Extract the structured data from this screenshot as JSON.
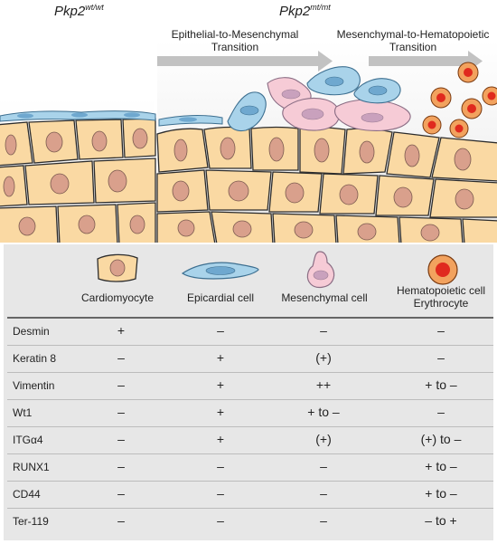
{
  "genotypes": {
    "wt": {
      "base": "Pkp2",
      "sup": "wt/wt"
    },
    "mt": {
      "base": "Pkp2",
      "sup": "mt/mt"
    }
  },
  "transitions": {
    "emt": {
      "line1": "Epithelial-to-Mesenchymal",
      "line2": "Transition"
    },
    "mht": {
      "line1": "Mesenchymal-to-Hematopoietic",
      "line2": "Transition"
    }
  },
  "colors": {
    "cardiomyocyte_fill": "#fad9a3",
    "cardiomyocyte_nucleus": "#d9a08c",
    "epicardial_fill": "#a9d3ea",
    "epicardial_nucleus": "#6fa8cf",
    "mesenchymal_fill": "#f6cbd6",
    "mesenchymal_nucleus": "#c9a1bd",
    "hematopoietic_fill": "#f2a25e",
    "hematopoietic_nucleus": "#e02a1e",
    "table_bg": "#e7e7e7",
    "arrow": "#c2c2c2"
  },
  "table": {
    "columns": [
      {
        "line1": "Cardiomyocyte",
        "line2": "",
        "icon": "cardiomyocyte-icon"
      },
      {
        "line1": "Epicardial cell",
        "line2": "",
        "icon": "epicardial-cell-icon"
      },
      {
        "line1": "Mesenchymal cell",
        "line2": "",
        "icon": "mesenchymal-cell-icon"
      },
      {
        "line1": "Hematopoietic cell",
        "line2": "Erythrocyte",
        "icon": "hematopoietic-cell-icon"
      }
    ],
    "rows": [
      {
        "marker": "Desmin",
        "values": [
          "+",
          "–",
          "–",
          "–"
        ]
      },
      {
        "marker": "Keratin 8",
        "values": [
          "–",
          "+",
          "(+)",
          "–"
        ]
      },
      {
        "marker": "Vimentin",
        "values": [
          "–",
          "+",
          "++",
          "+ to –"
        ]
      },
      {
        "marker": "Wt1",
        "values": [
          "–",
          "+",
          "+ to –",
          "–"
        ]
      },
      {
        "marker": "ITGα4",
        "values": [
          "–",
          "+",
          "(+)",
          "(+) to –"
        ]
      },
      {
        "marker": "RUNX1",
        "values": [
          "–",
          "–",
          "–",
          "+ to –"
        ]
      },
      {
        "marker": "CD44",
        "values": [
          "–",
          "–",
          "–",
          "+ to –"
        ]
      },
      {
        "marker": "Ter-119",
        "values": [
          "–",
          "–",
          "–",
          "– to +"
        ]
      }
    ]
  }
}
